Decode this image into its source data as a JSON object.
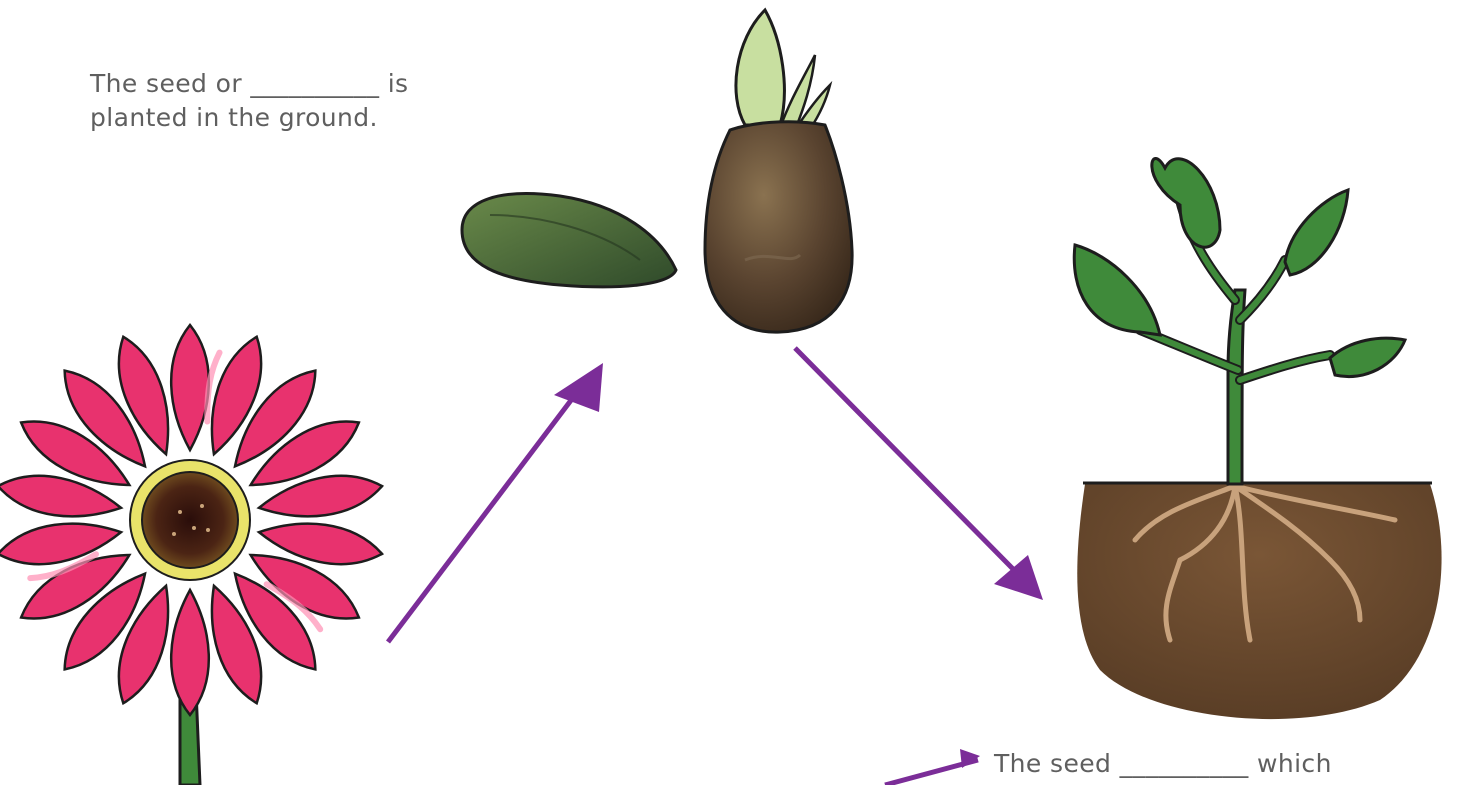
{
  "captions": {
    "seed_line1": "The seed or __________ is",
    "seed_line2": "planted in the ground.",
    "grow_line1": "The seed __________ which"
  },
  "illustrations": {
    "flower": "pink-daisy-flower",
    "seed": "green-seed",
    "bulb": "sprouting-bulb",
    "plant": "seedling-with-roots"
  },
  "arrows": {
    "color": "#7b2d98",
    "steps": [
      "flower-to-seed",
      "bulb-to-seedling",
      "seedling-to-next"
    ]
  },
  "colors": {
    "text": "#5f5f5f",
    "petal": "#e8326e",
    "leaf": "#3f8a3a",
    "soil": "#6a4a2c",
    "root": "#c8a27c"
  }
}
